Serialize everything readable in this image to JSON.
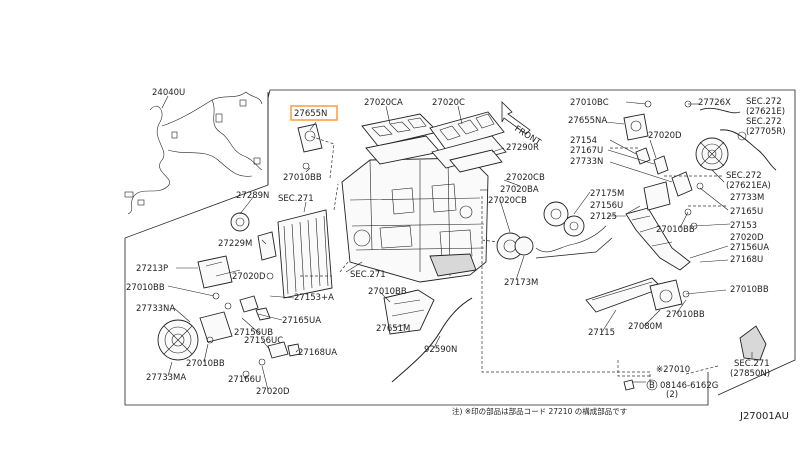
{
  "diagram": {
    "diagram_id": "J27001AU",
    "direction_label": "FRONT",
    "highlight_color": "#ff9b3b",
    "highlighted_part": "27655N",
    "note": {
      "line1": "注) ※印の部品は部品コード 27210 の構成部品です",
      "line2": "※27010",
      "line3": "08146-6162G",
      "line4": "(2)"
    },
    "parts": [
      "24040U",
      "27655N",
      "27010BB",
      "27020CA",
      "27020C",
      "27010BC",
      "27726X",
      "SEC.272 (27621E)",
      "27655NA",
      "SEC.272 (27705R)",
      "27154",
      "27020D",
      "27167U",
      "27733N",
      "27290R",
      "SEC.272 (27621EA)",
      "27289N",
      "SEC.271",
      "27020BA",
      "27020CB",
      "27175M",
      "27733M",
      "27156U",
      "27165U",
      "27125",
      "27153",
      "27229M",
      "27020D",
      "27020CB",
      "27010BB",
      "27156UA",
      "27213P",
      "27020D",
      "27168U",
      "27010BB",
      "27010BB",
      "27153+A",
      "SEC.271",
      "27173M",
      "27733NA",
      "27010BB",
      "27165UA",
      "27156UB",
      "27651M",
      "27115",
      "27080M",
      "27010BB",
      "27156UC",
      "27168UA",
      "92590N",
      "27010BB",
      "27733MA",
      "27166U",
      "27020D",
      "SEC.271 (27850N)"
    ]
  }
}
